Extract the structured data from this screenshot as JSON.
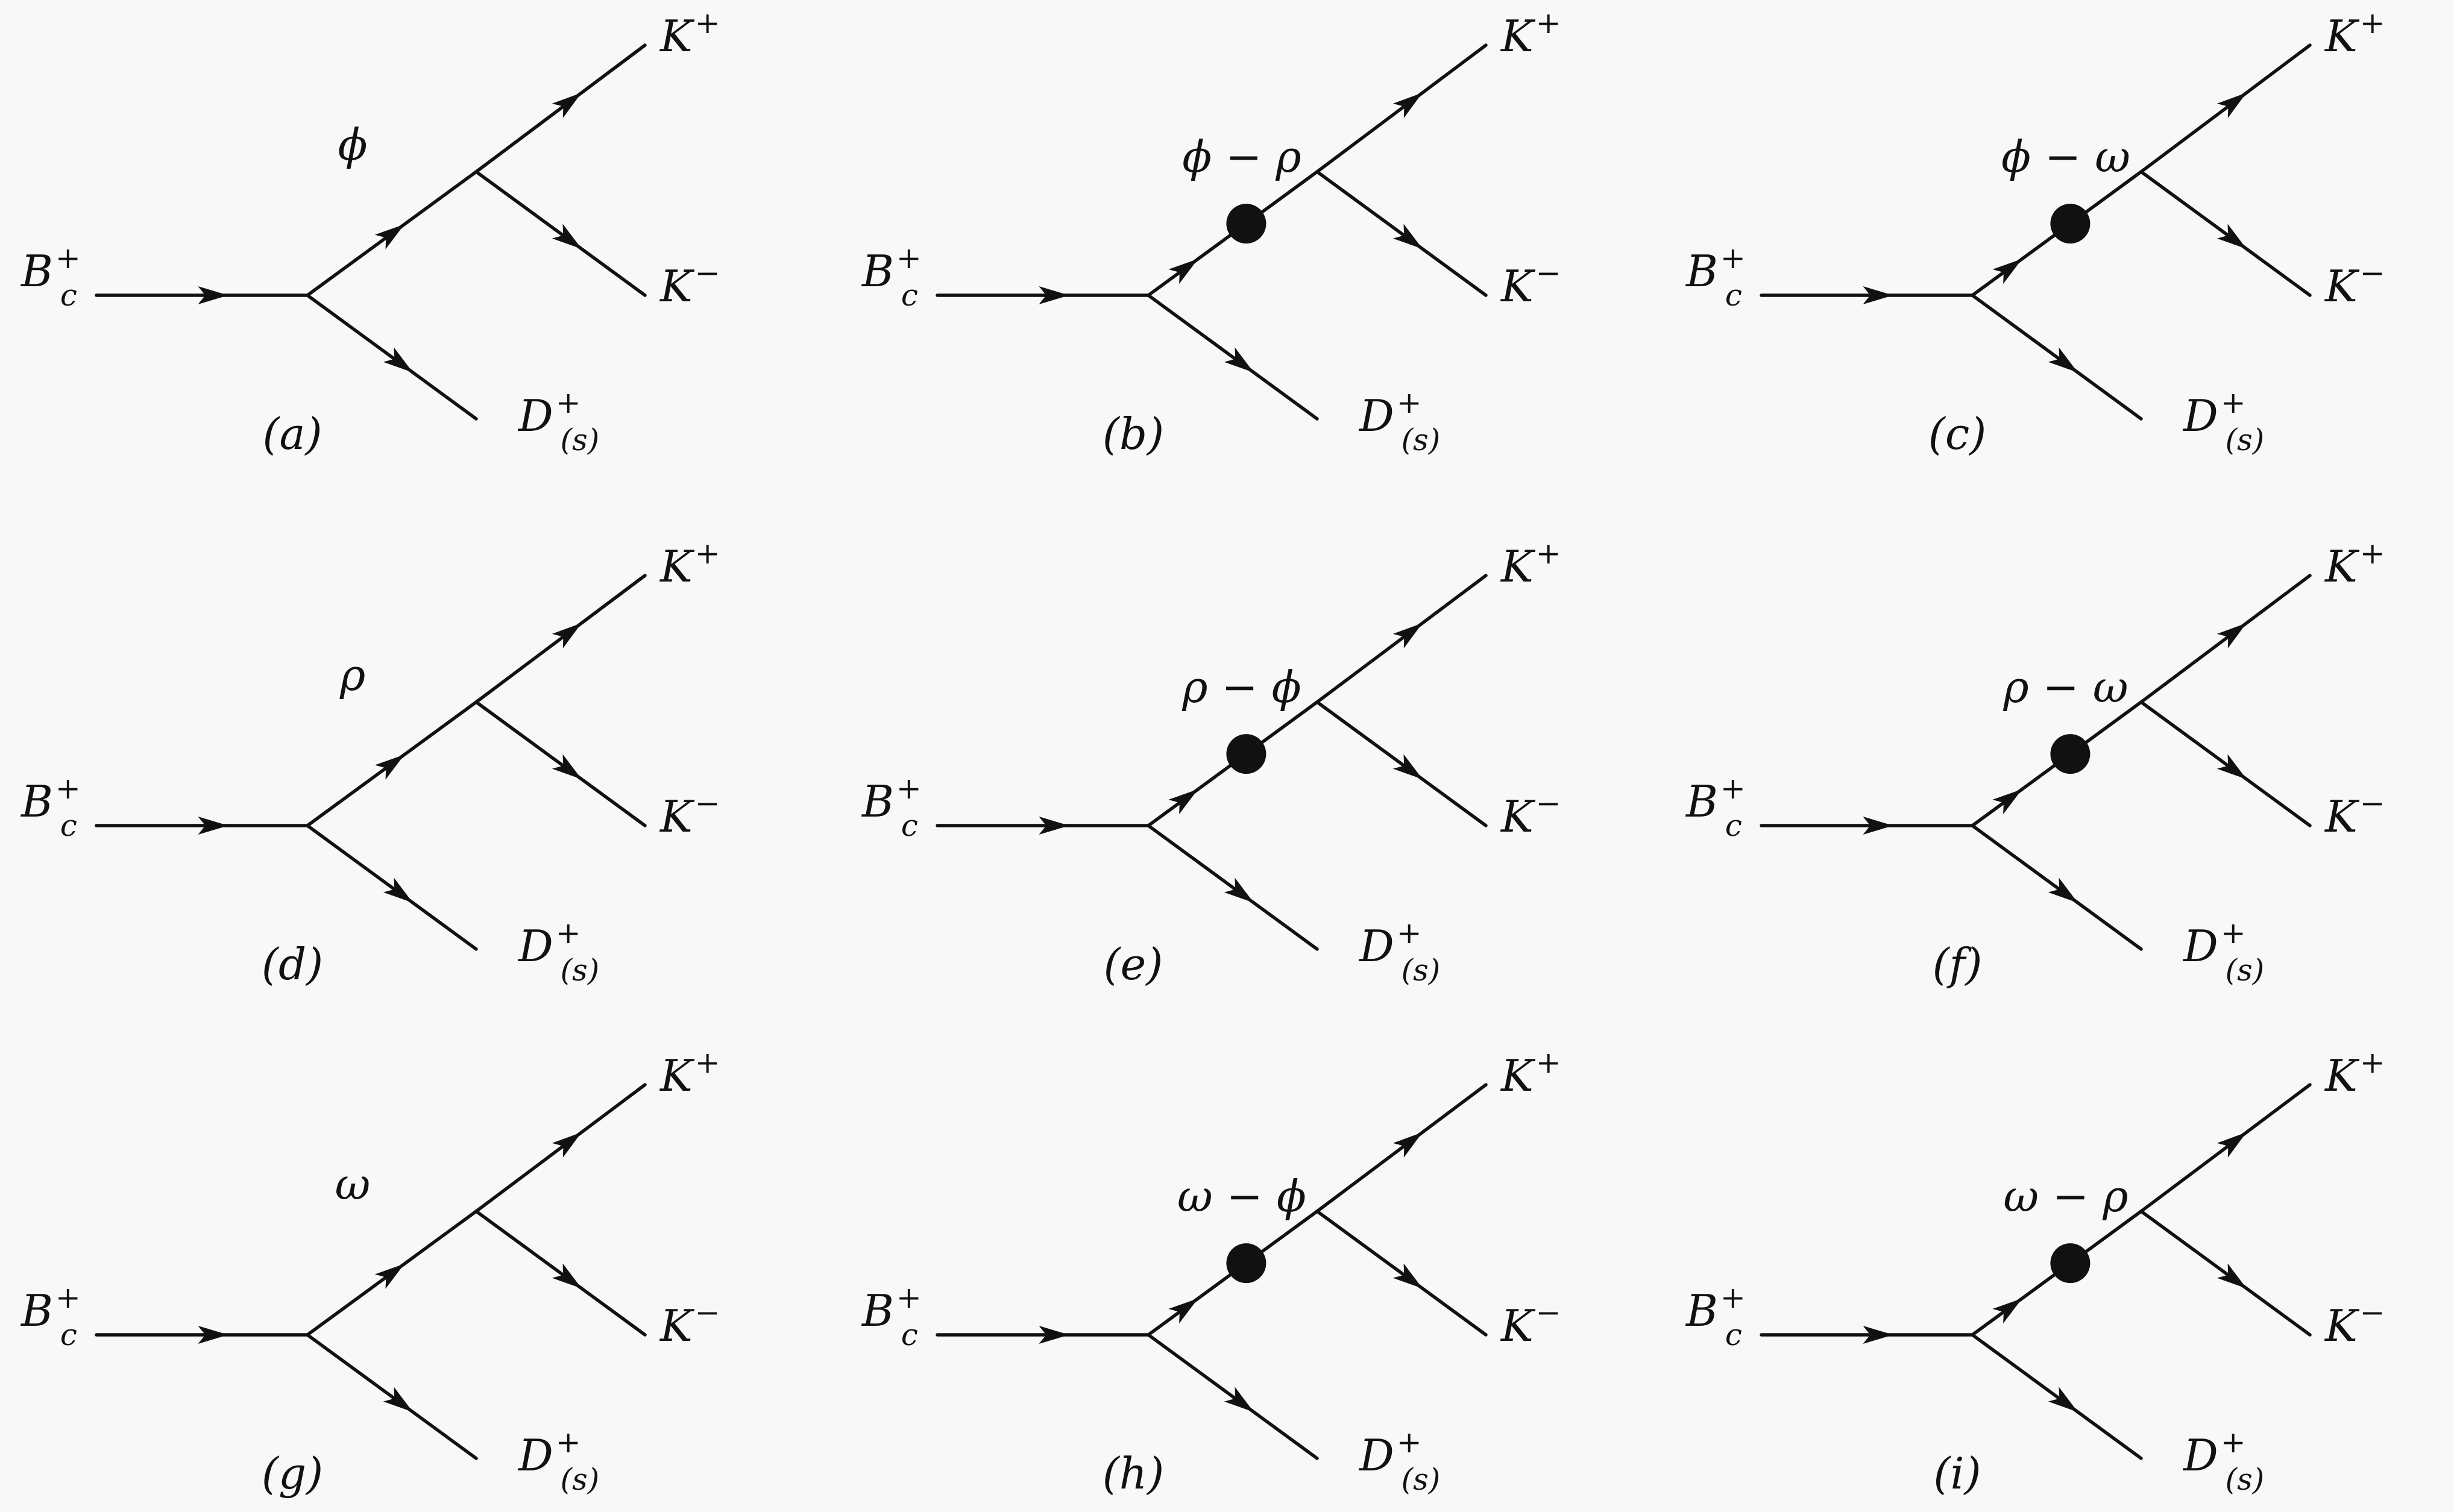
{
  "labels": {
    "initial": "B",
    "initial_sub": "c",
    "initial_sup": "+",
    "kplus": "K",
    "kplus_sup": "+",
    "kminus": "K",
    "kminus_sup": "−",
    "dmeson": "D",
    "dmeson_sup": "+",
    "dmeson_sub": "(s)"
  },
  "diagrams": [
    {
      "id": "a",
      "caption": "(a)",
      "mediator": "ϕ",
      "mixing": false
    },
    {
      "id": "b",
      "caption": "(b)",
      "mediator": "ϕ − ρ",
      "mixing": true
    },
    {
      "id": "c",
      "caption": "(c)",
      "mediator": "ϕ − ω",
      "mixing": true
    },
    {
      "id": "d",
      "caption": "(d)",
      "mediator": "ρ",
      "mixing": false
    },
    {
      "id": "e",
      "caption": "(e)",
      "mediator": "ρ − ϕ",
      "mixing": true
    },
    {
      "id": "f",
      "caption": "(f)",
      "mediator": "ρ − ω",
      "mixing": true
    },
    {
      "id": "g",
      "caption": "(g)",
      "mediator": "ω",
      "mixing": false
    },
    {
      "id": "h",
      "caption": "(h)",
      "mediator": "ω − ϕ",
      "mixing": true
    },
    {
      "id": "i",
      "caption": "(i)",
      "mediator": "ω − ρ",
      "mixing": true
    }
  ]
}
